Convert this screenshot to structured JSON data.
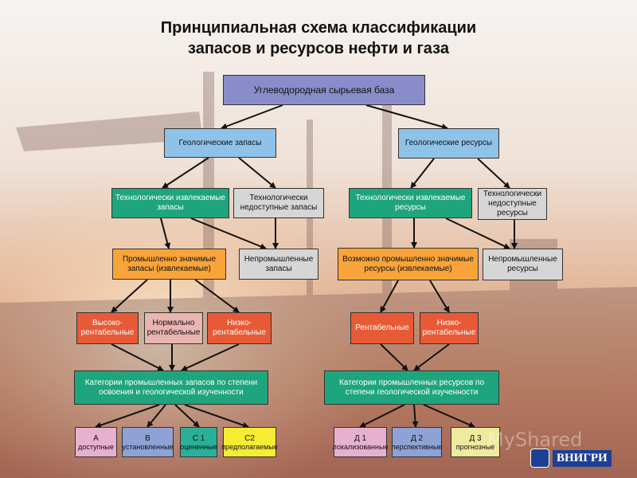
{
  "title_line1": "Принципиальная схема классификации",
  "title_line2": "запасов и ресурсов нефти и газа",
  "root": "Углеводородная сырьевая база",
  "geo_reserves": "Геологические запасы",
  "geo_resources": "Геологические ресурсы",
  "tech_recoverable_reserves": "Технологически извлекаемые запасы",
  "tech_inaccessible_reserves": "Технологически недоступные запасы",
  "tech_recoverable_resources": "Технологически извлекаемые ресурсы",
  "tech_inaccessible_resources": "Технологически недоступные ресурсы",
  "industrial_reserves": "Промышленно значимые запасы (извлекаемые)",
  "nonindustrial_reserves": "Непромышленные запасы",
  "possible_industrial_resources": "Возможно промышленно значимые ресурсы (извлекаемые)",
  "nonindustrial_resources": "Непромышленные ресурсы",
  "high_profit": "Высоко-рентабельные",
  "normal_profit": "Нормально рентабельные",
  "low_profit_reserves": "Низко-рентабельные",
  "profitable": "Рентабельные",
  "low_profit_resources": "Низко-рентабельные",
  "categories_reserves": "Категории промышленных запасов по степени освоения и геологической изученности",
  "categories_resources": "Категории промышленных ресурсов по степени геологической изученности",
  "cat_a_letter": "А",
  "cat_a_label": "доступные",
  "cat_b_letter": "В",
  "cat_b_label": "установленные",
  "cat_c1_letter": "С 1",
  "cat_c1_label": "оцененные",
  "cat_c2_letter": "С2",
  "cat_c2_label": "предполагаемые",
  "cat_d1_letter": "Д 1",
  "cat_d1_label": "локализованные",
  "cat_d2_letter": "Д 2",
  "cat_d2_label": "перспективные",
  "cat_d3_letter": "Д 3",
  "cat_d3_label": "прогнозные",
  "logo_text": "ВНИГРИ",
  "watermark": "MyShared",
  "colors": {
    "root": "#8a8cc9",
    "geo": "#8fc2e8",
    "tech": "#1fa57e",
    "inaccessible": "#d6d6d6",
    "industrial": "#f8a43a",
    "profit": "#e85a36",
    "categories": "#1fa57e",
    "logo": "#1d3f94"
  }
}
